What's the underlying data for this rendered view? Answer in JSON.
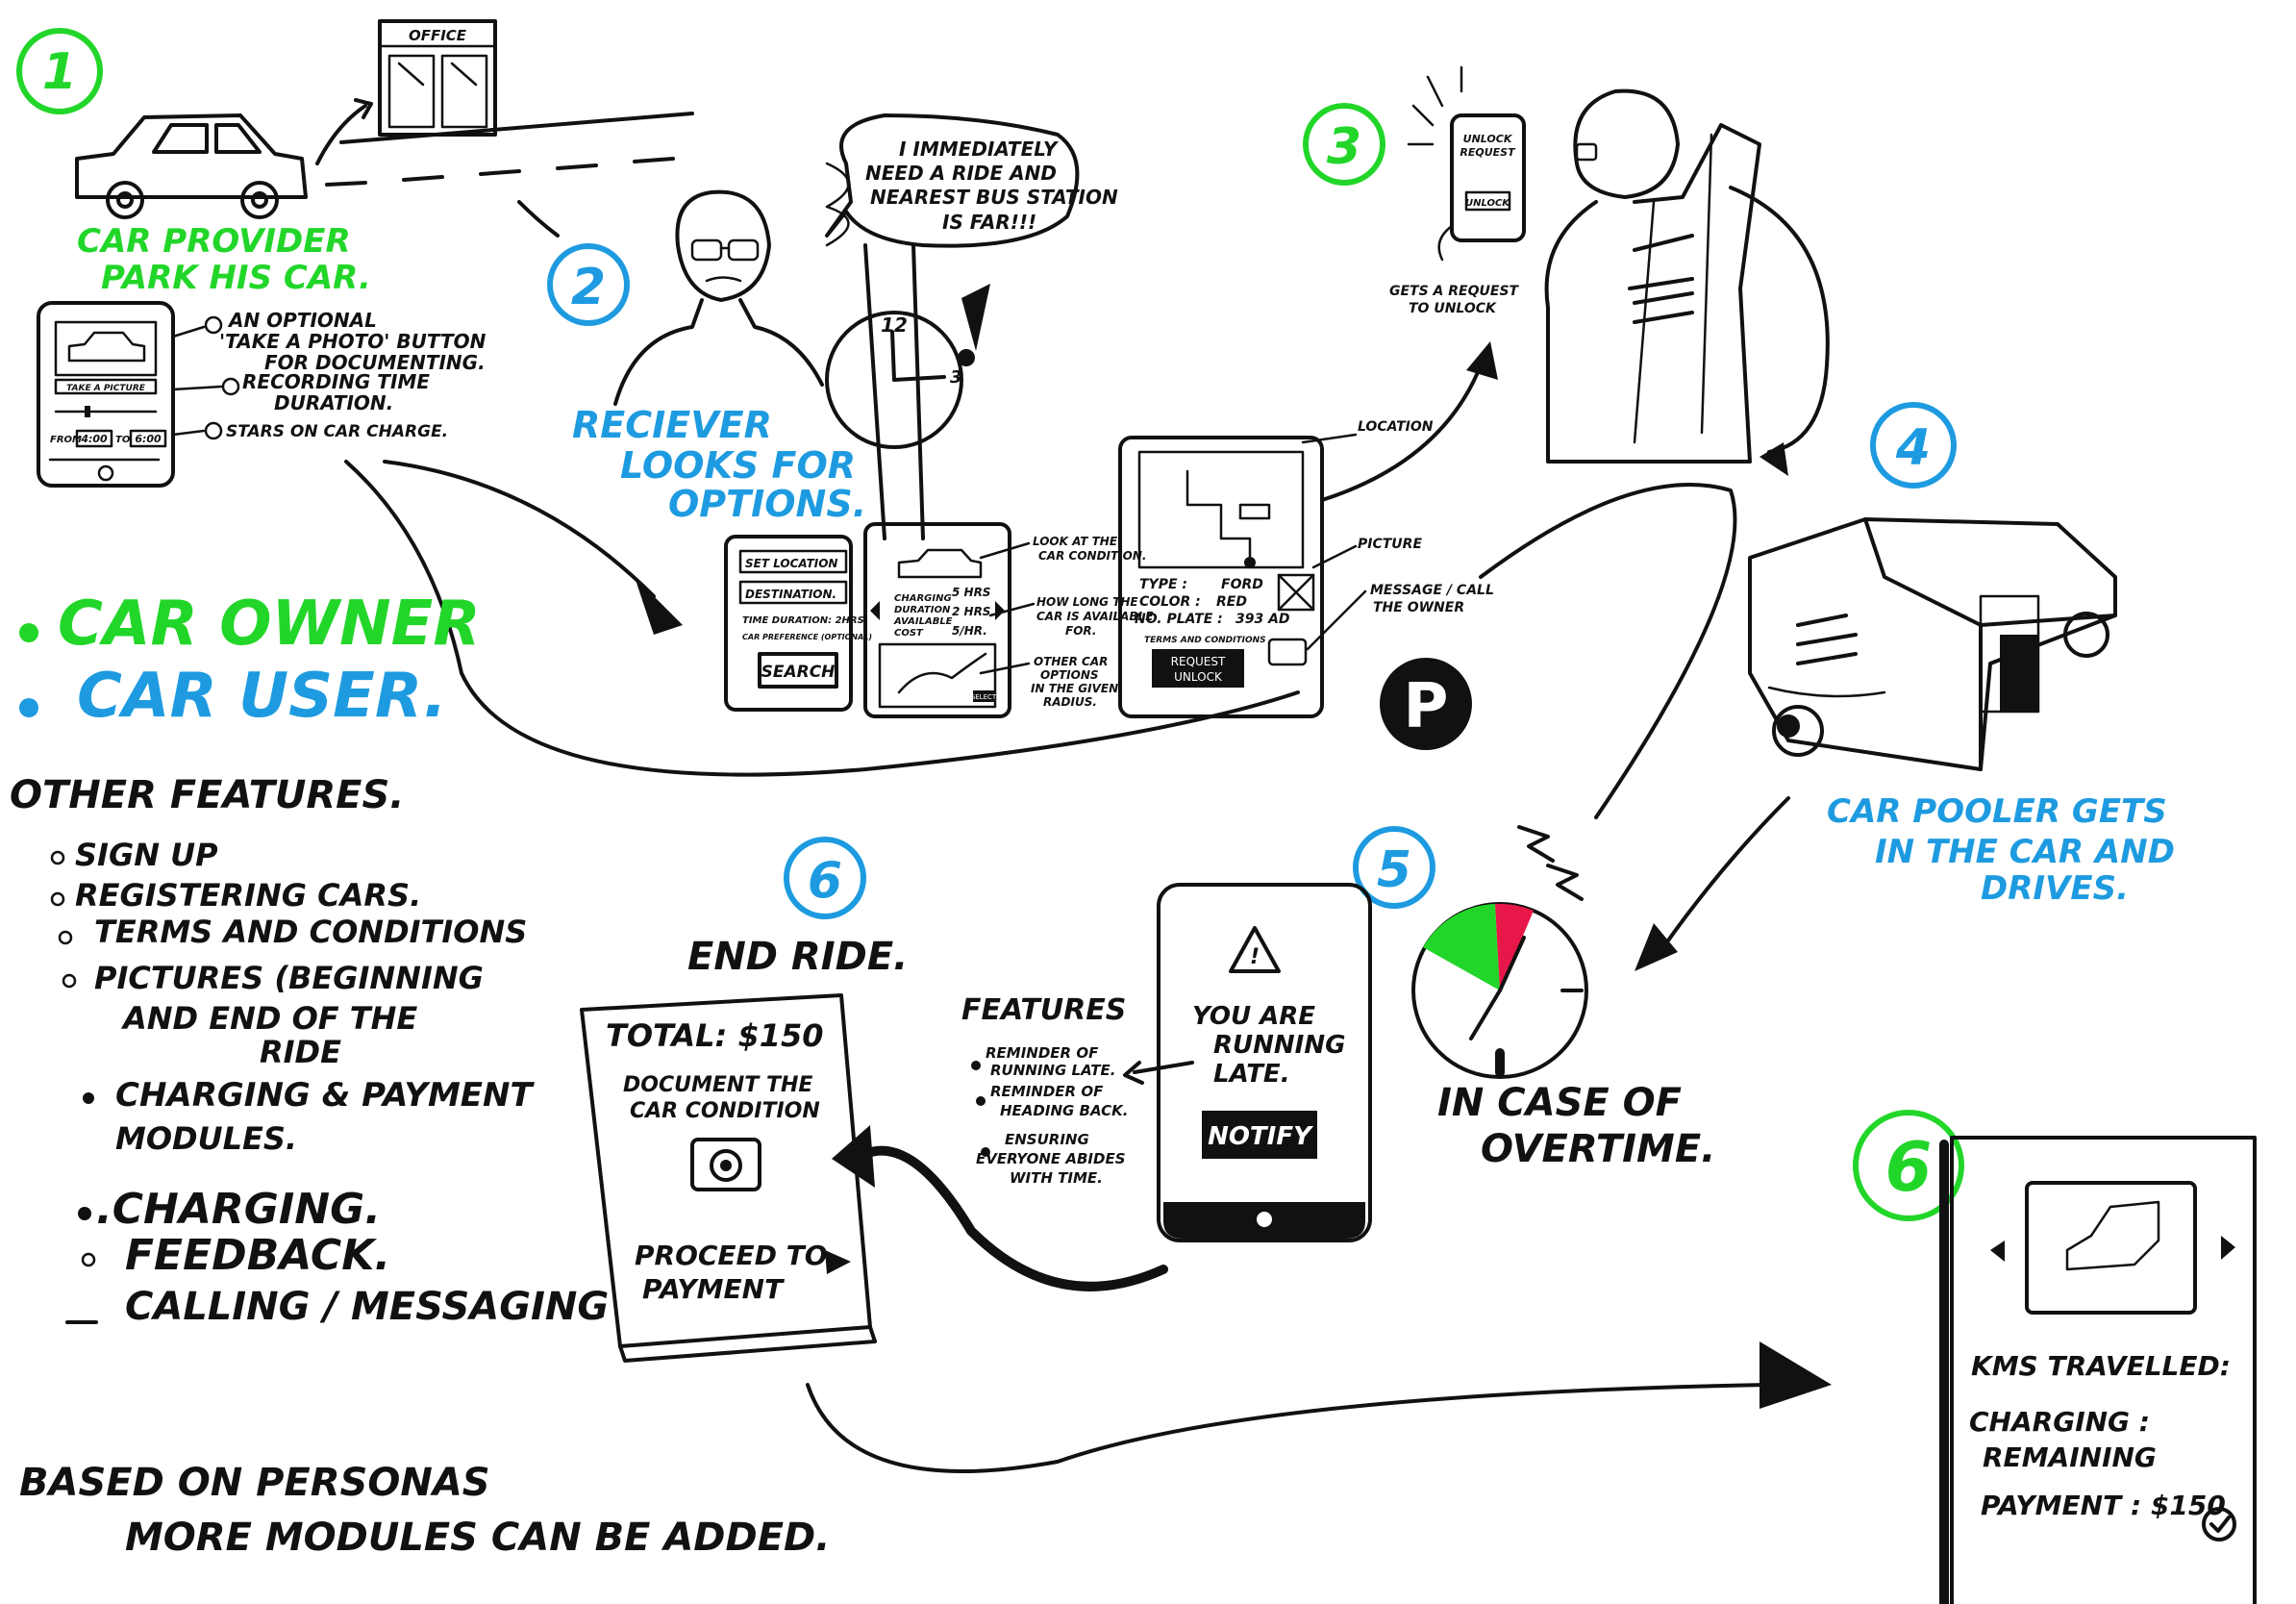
{
  "colors": {
    "green": "#22d629",
    "blue": "#1e9be0",
    "ink": "#111111",
    "red": "#e8174a"
  },
  "steps": {
    "s1": "1",
    "s2": "2",
    "s3": "3",
    "s4": "4",
    "s5": "5",
    "s6a": "6",
    "s6b": "6"
  },
  "scene1": {
    "office": "OFFICE",
    "caption_l1": "CAR PROVIDER",
    "caption_l2": "PARK HIS CAR.",
    "phone": {
      "photo_btn": "TAKE A PICTURE",
      "from_label": "FROM",
      "from": "4:00",
      "to_label": "TO",
      "to": "6:00"
    },
    "notes": {
      "n1_l1": "AN OPTIONAL",
      "n1_l2": "'TAKE A PHOTO' BUTTON",
      "n1_l3": "FOR DOCUMENTING.",
      "n2_l1": "RECORDING TIME",
      "n2_l2": "DURATION.",
      "n3": "STARS ON CAR CHARGE."
    }
  },
  "scene2": {
    "speech_l1": "I IMMEDIATELY",
    "speech_l2": "NEED A RIDE AND",
    "speech_l3": "NEAREST BUS STATION",
    "speech_l4": "IS FAR!!!",
    "caption_l1": "RECIEVER",
    "caption_l2": "LOOKS FOR",
    "caption_l3": "OPTIONS.",
    "form": {
      "set_location": "SET LOCATION",
      "destination": "DESTINATION.",
      "time_duration": "TIME DURATION: 2HRS",
      "car_preference": "CAR PREFERENCE (OPTIONAL)",
      "search": "SEARCH"
    },
    "options": {
      "charging": "CHARGING",
      "duration": "DURATION",
      "available": "AVAILABLE",
      "cost": "COST",
      "charging_val": "5 HRS",
      "duration_val": "2 HRS",
      "cost_val": "5/HR.",
      "select": "SELECT"
    },
    "notes": {
      "n1_l1": "LOOK AT THE",
      "n1_l2": "CAR CONDITION.",
      "n2_l1": "HOW LONG THE",
      "n2_l2": "CAR IS AVAILABLE",
      "n2_l3": "FOR.",
      "n3_l1": "OTHER CAR",
      "n3_l2": "OPTIONS",
      "n3_l3": "IN THE GIVEN",
      "n3_l4": "RADIUS."
    },
    "details": {
      "type_label": "TYPE :",
      "type": "FORD",
      "color_label": "COLOR :",
      "color": "RED",
      "plate_label": "NO. PLATE :",
      "plate": "393 AD",
      "terms": "TERMS AND CONDITIONS",
      "request_l1": "REQUEST",
      "request_l2": "UNLOCK"
    },
    "labels": {
      "location": "LOCATION",
      "picture": "PICTURE",
      "message_l1": "MESSAGE / CALL",
      "message_l2": "THE OWNER"
    },
    "parking": "P"
  },
  "scene3": {
    "unlock_l1": "UNLOCK",
    "unlock_l2": "REQUEST",
    "unlock_btn": "UNLOCK",
    "note_l1": "GETS A REQUEST",
    "note_l2": "TO UNLOCK"
  },
  "scene4": {
    "caption_l1": "CAR POOLER GETS",
    "caption_l2": "IN THE CAR AND",
    "caption_l3": "DRIVES."
  },
  "scene5": {
    "alert_l1": "YOU ARE",
    "alert_l2": "RUNNING",
    "alert_l3": "LATE.",
    "notify": "NOTIFY",
    "features_title": "FEATURES",
    "f1_l1": "REMINDER OF",
    "f1_l2": "RUNNING LATE.",
    "f2_l1": "REMINDER OF",
    "f2_l2": "HEADING BACK.",
    "f3_l1": "ENSURING",
    "f3_l2": "EVERYONE ABIDES",
    "f3_l3": "WITH TIME.",
    "caption_l1": "IN CASE OF",
    "caption_l2": "OVERTIME."
  },
  "scene6": {
    "title": "END RIDE.",
    "total": "TOTAL: $150",
    "doc_l1": "DOCUMENT THE",
    "doc_l2": "CAR CONDITION",
    "proceed_l1": "PROCEED TO",
    "proceed_l2": "PAYMENT",
    "kms": "KMS TRAVELLED:",
    "charging_l1": "CHARGING :",
    "charging_l2": "REMAINING",
    "payment": "PAYMENT : $150"
  },
  "legend": {
    "owner": "CAR OWNER",
    "user": "CAR USER."
  },
  "other": {
    "title": "OTHER FEATURES.",
    "i1": "SIGN UP",
    "i2": "REGISTERING CARS.",
    "i3": "TERMS AND CONDITIONS",
    "i4_l1": "PICTURES (BEGINNING",
    "i4_l2": "AND END OF THE",
    "i4_l3": "RIDE",
    "i5_l1": "CHARGING & PAYMENT",
    "i5_l2": "MODULES.",
    "i6": ".CHARGING.",
    "i7": "FEEDBACK.",
    "i8": "CALLING / MESSAGING"
  },
  "footer": {
    "l1": "BASED ON PERSONAS",
    "l2": "MORE MODULES CAN BE ADDED."
  }
}
